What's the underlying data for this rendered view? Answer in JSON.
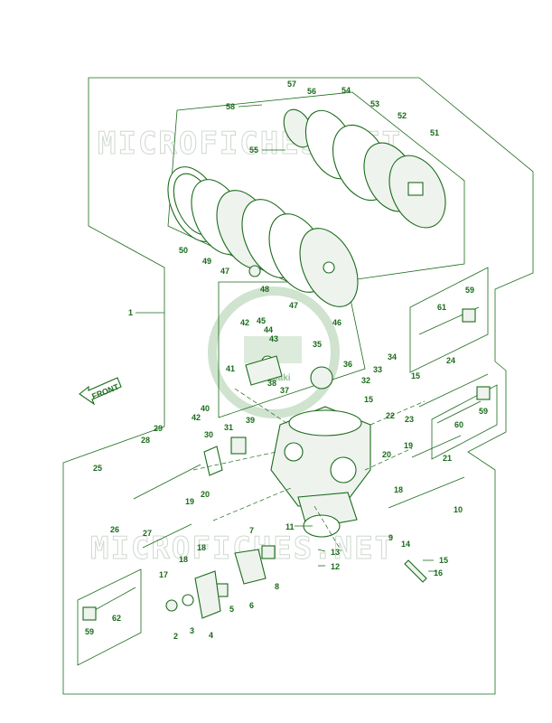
{
  "watermark": {
    "text": "MICROFICHES.NET"
  },
  "logo": {
    "text": "Kawasaki"
  },
  "front_label": "FRONT",
  "colors": {
    "ink": "#1a6b1a",
    "watermark": "#cfd8cf",
    "logo": "#8fbf8f"
  },
  "callouts": {
    "p1": "1",
    "p2": "2",
    "p3": "3",
    "p4": "4",
    "p5": "5",
    "p6": "6",
    "p7": "7",
    "p8": "8",
    "p9": "9",
    "p10": "10",
    "p11": "11",
    "p12": "12",
    "p13": "13",
    "p14": "14",
    "p15a": "15",
    "p15b": "15",
    "p15c": "15",
    "p16": "16",
    "p17": "17",
    "p18a": "18",
    "p18b": "18",
    "p18c": "18",
    "p19a": "19",
    "p19b": "19",
    "p20a": "20",
    "p20b": "20",
    "p21": "21",
    "p22": "22",
    "p23": "23",
    "p24": "24",
    "p25": "25",
    "p26": "26",
    "p27": "27",
    "p28": "28",
    "p29": "29",
    "p30": "30",
    "p31": "31",
    "p32": "32",
    "p33": "33",
    "p34": "34",
    "p35": "35",
    "p36": "36",
    "p37": "37",
    "p38": "38",
    "p39": "39",
    "p40": "40",
    "p41": "41",
    "p42a": "42",
    "p42b": "42",
    "p43": "43",
    "p44": "44",
    "p45": "45",
    "p46": "46",
    "p47a": "47",
    "p47b": "47",
    "p48": "48",
    "p49": "49",
    "p50": "50",
    "p51": "51",
    "p52": "52",
    "p53": "53",
    "p54": "54",
    "p55": "55",
    "p56": "56",
    "p57": "57",
    "p58": "58",
    "p59a": "59",
    "p59b": "59",
    "p59c": "59",
    "p60": "60",
    "p61": "61",
    "p62": "62"
  }
}
